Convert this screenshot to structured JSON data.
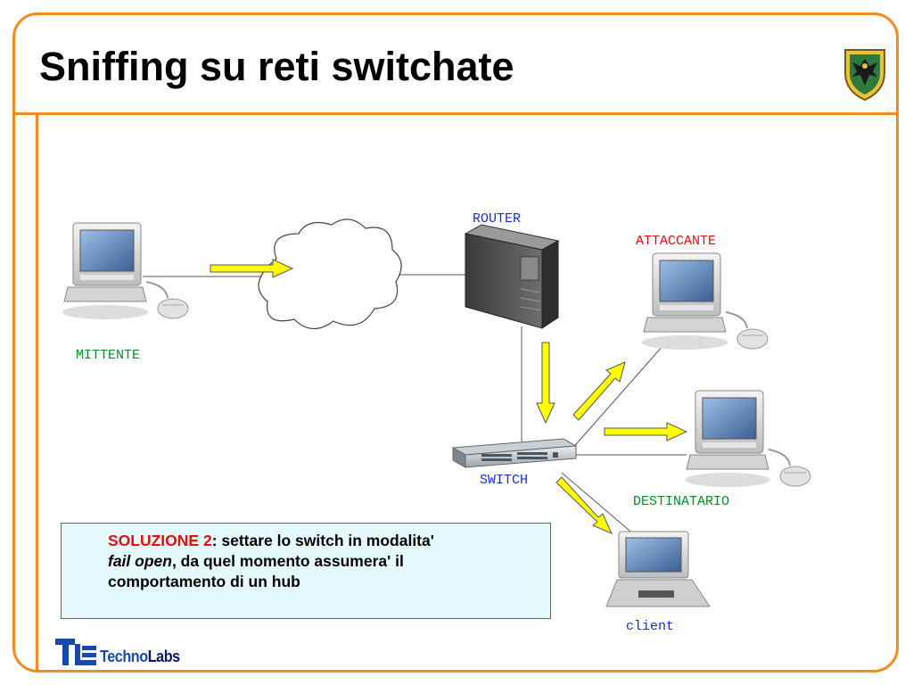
{
  "title": "Sniffing su reti switchate",
  "labels": {
    "router": "ROUTER",
    "attaccante": "ATTACCANTE",
    "mittente": "MITTENTE",
    "switch": "SWITCH",
    "destinatario": "DESTINATARIO",
    "client": "client"
  },
  "colors": {
    "accent": "#f08c1e",
    "blue_label": "#1a2ec8",
    "red_label": "#e01010",
    "green_label": "#0a8a2a",
    "arrow": "#ffff00",
    "note_bg": "#e5fafd"
  },
  "note": {
    "highlight": "SOLUZIONE 2",
    "line1_rest": ": settare lo switch in modalita'",
    "italic": "fail open",
    "line2_rest": ", da quel momento assumera' il",
    "line3": "comportamento di un hub"
  },
  "brand": {
    "techno": "Techno",
    "labs": "Labs"
  },
  "icons": {
    "logo": "eagle-crest-shield-icon",
    "brand_mark": "technolabs-logo-icon"
  }
}
